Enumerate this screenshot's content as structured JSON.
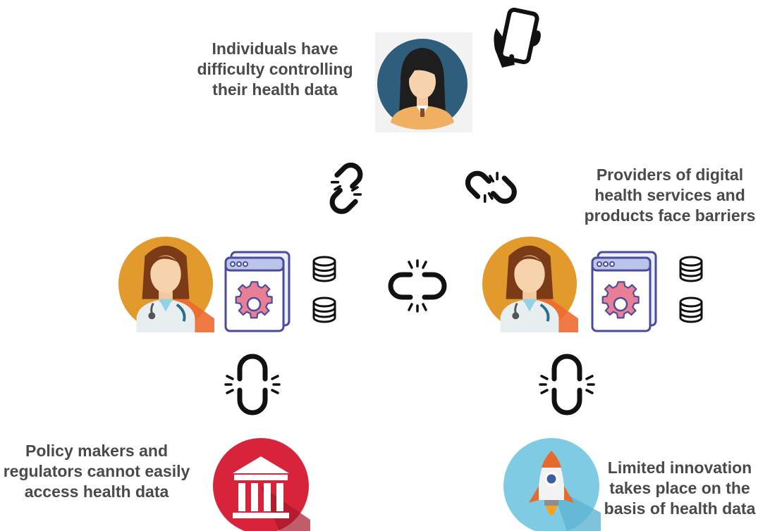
{
  "captions": {
    "individuals": "Individuals have difficulty controlling their health data",
    "providers": "Providers of digital health services and products face barriers",
    "policy": "Policy makers and regulators cannot easily access health data",
    "innovation": "Limited innovation takes place on the basis of health data"
  },
  "icons": {
    "individual": "woman-avatar-icon",
    "phone": "phone-in-hand-icon",
    "doctor": "female-doctor-avatar-icon",
    "app": "app-window-gear-icon",
    "database": "database-icon",
    "broken_link": "broken-chain-link-icon",
    "government": "government-building-icon",
    "rocket": "rocket-icon"
  },
  "colors": {
    "caption_text": "#4a4a4a",
    "individual_bg": "#2f5e7d",
    "doctor_bg": "#e39a2c",
    "doctor_shadow": "#ec6a30",
    "government_bg": "#d7243a",
    "rocket_bg": "#7fcbe4",
    "gear": "#e87f95",
    "window_outline": "#4b4b9c"
  }
}
